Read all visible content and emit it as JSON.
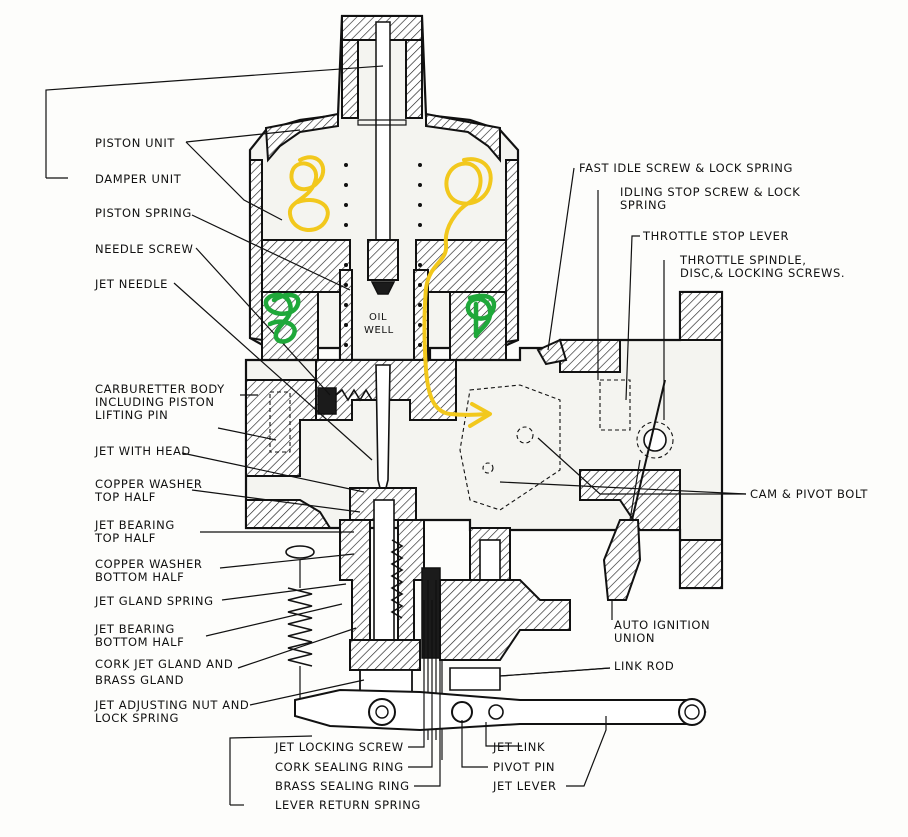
{
  "labels": {
    "piston_unit": "PISTON UNIT",
    "damper_unit": "DAMPER UNIT",
    "piston_spring": "PISTON SPRING",
    "needle_screw": "NEEDLE SCREW",
    "jet_needle": "JET NEEDLE",
    "carb_body_1": "CARBURETTER BODY",
    "carb_body_2": "INCLUDING PISTON",
    "carb_body_3": "LIFTING PIN",
    "jet_with_head": "JET WITH HEAD",
    "copper_washer_top_1": "COPPER WASHER",
    "copper_washer_top_2": "TOP HALF",
    "jet_bearing_top_1": "JET BEARING",
    "jet_bearing_top_2": "TOP HALF",
    "copper_washer_bottom_1": "COPPER WASHER",
    "copper_washer_bottom_2": "BOTTOM HALF",
    "jet_gland_spring": "JET GLAND SPRING",
    "jet_bearing_bottom_1": "JET BEARING",
    "jet_bearing_bottom_2": "BOTTOM HALF",
    "cork_gland_1": "CORK JET GLAND AND",
    "cork_gland_2": "BRASS GLAND",
    "jet_adjusting_1": "JET ADJUSTING NUT AND",
    "jet_adjusting_2": "LOCK SPRING",
    "jet_locking_screw": "JET LOCKING SCREW",
    "cork_sealing_ring": "CORK SEALING RING",
    "brass_sealing_ring": "BRASS SEALING RING",
    "lever_return_spring": "LEVER RETURN SPRING",
    "fast_idle": "FAST IDLE SCREW & LOCK SPRING",
    "idling_stop_1": "IDLING STOP SCREW & LOCK",
    "idling_stop_2": "SPRING",
    "throttle_stop": "THROTTLE STOP LEVER",
    "throttle_spindle_1": "THROTTLE SPINDLE,",
    "throttle_spindle_2": "DISC,& LOCKING SCREWS.",
    "cam_pivot": "CAM & PIVOT BOLT",
    "auto_ignition_1": "AUTO IGNITION",
    "auto_ignition_2": "UNION",
    "link_rod": "LINK ROD",
    "jet_link": "JET LINK",
    "pivot_pin": "PIVOT PIN",
    "jet_lever": "JET LEVER",
    "oil_well_1": "OIL",
    "oil_well_2": "WELL"
  },
  "colors": {
    "annotation_yellow": "#f2c81d",
    "annotation_green": "#1fa83a",
    "ink": "#111111"
  }
}
